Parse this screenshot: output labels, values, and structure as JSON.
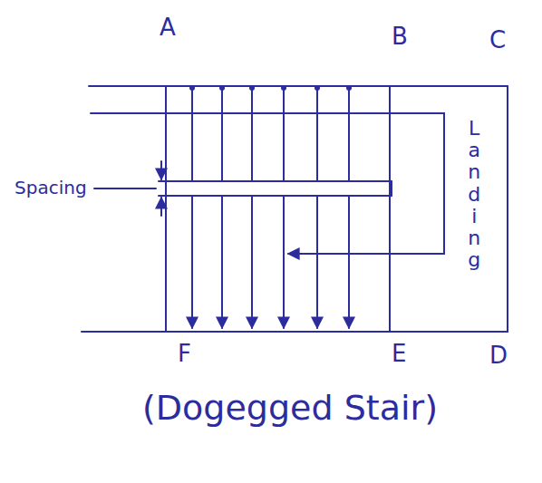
{
  "diagram": {
    "caption": "(Dogegged Stair)",
    "labels": [
      "A",
      "B",
      "C",
      "Landing",
      "Spacing",
      "F",
      "E",
      "D"
    ]
  }
}
